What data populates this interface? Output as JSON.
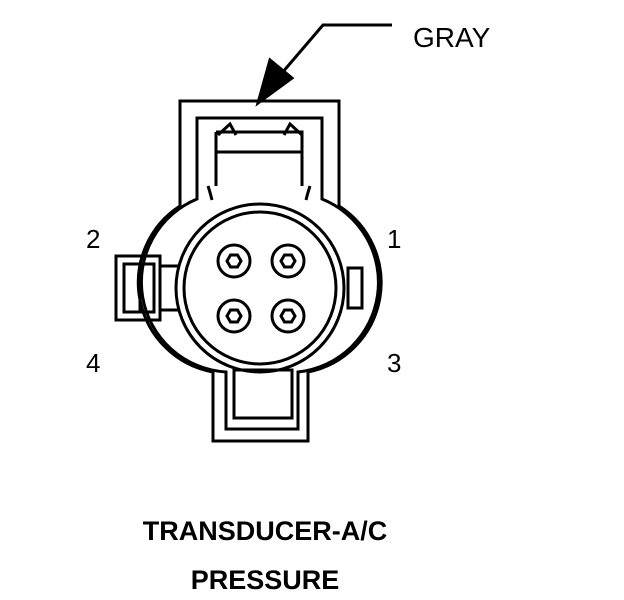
{
  "wire_color_label": "GRAY",
  "pins": {
    "p1": "1",
    "p2": "2",
    "p3": "3",
    "p4": "4"
  },
  "title": {
    "line1": "TRANSDUCER-A/C",
    "line2": "PRESSURE"
  },
  "colors": {
    "ink": "#000000",
    "background": "#ffffff"
  }
}
